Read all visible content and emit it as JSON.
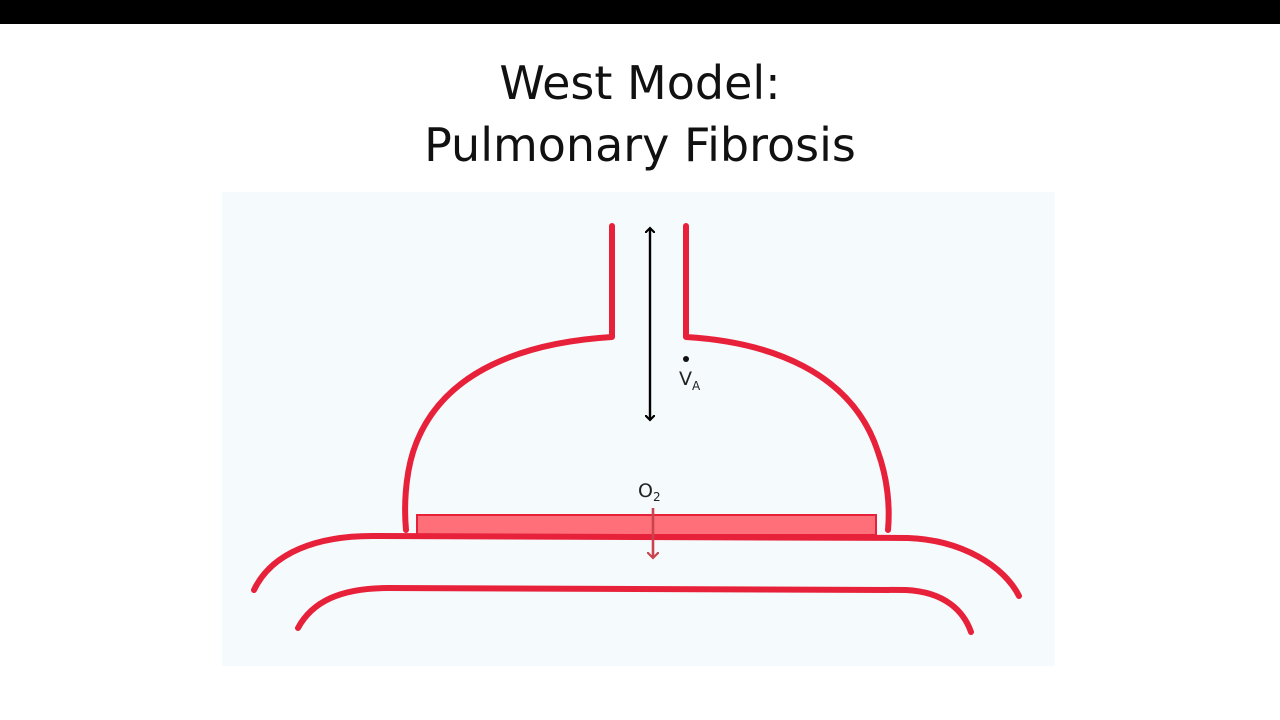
{
  "slide": {
    "title_line1": "West Model:",
    "title_line2": "Pulmonary Fibrosis"
  },
  "diagram": {
    "ventilation_label": "V",
    "ventilation_subscript": "A",
    "oxygen_label": "O",
    "oxygen_subscript": "2",
    "colors": {
      "vessel_outline": "#e8213a",
      "membrane_fill": "#ff6f7a",
      "oxygen_arrow": "#c9444c",
      "ventilation_arrow": "#000000",
      "figure_background": "#f5fafc"
    },
    "icons": [
      "double-headed-arrow-icon",
      "down-arrow-icon"
    ]
  }
}
